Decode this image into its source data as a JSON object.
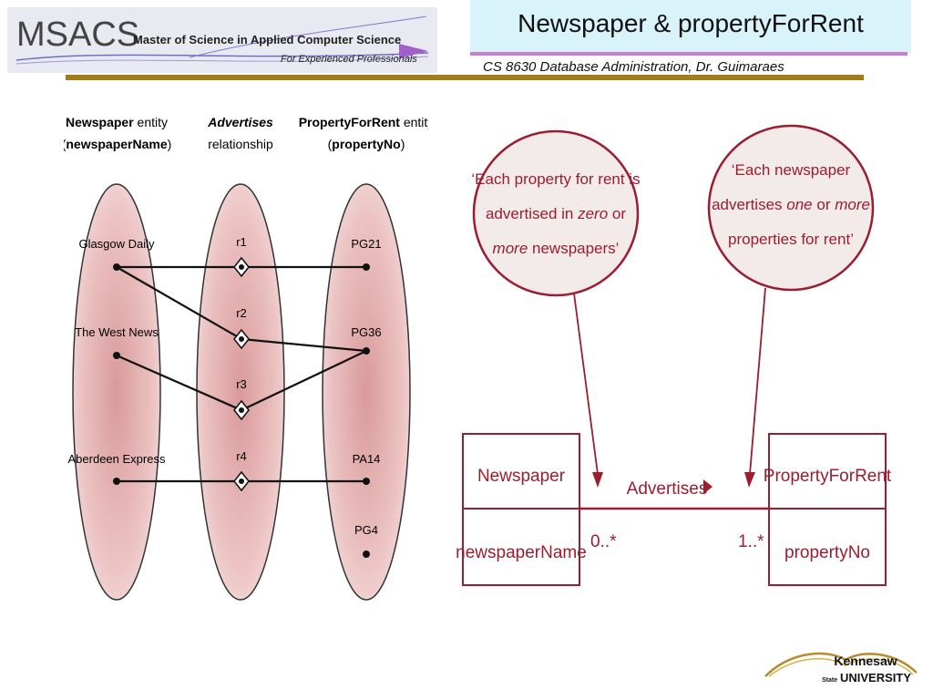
{
  "header": {
    "logo_letters": "MSACS",
    "program_name": "Master of Science in Applied Computer Science",
    "program_tagline": "For Experienced Professionals",
    "slide_title": "Newspaper & propertyForRent",
    "course": "CS 8630 Database Administration, Dr. Guimaraes"
  },
  "left_diagram": {
    "columns": [
      {
        "bold": "Newspaper",
        "rest": " entity",
        "line2_pre": "(",
        "line2_bold": "newspaperName",
        "line2_post": ")"
      },
      {
        "bold": "Advertises",
        "line2": "relationship"
      },
      {
        "bold": "PropertyForRent",
        "rest": " entity",
        "line2_pre": "(",
        "line2_bold": "propertyNo",
        "line2_post": ")"
      }
    ],
    "newspapers": [
      "Glasgow Daily",
      "The West News",
      "Aberdeen Express"
    ],
    "relationships": [
      "r1",
      "r2",
      "r3",
      "r4"
    ],
    "properties": [
      "PG21",
      "PG36",
      "PA14",
      "PG4"
    ],
    "links": [
      {
        "newspaper": "Glasgow Daily",
        "rel": "r1",
        "property": "PG21"
      },
      {
        "newspaper": "Glasgow Daily",
        "rel": "r2",
        "property": "PG36"
      },
      {
        "newspaper": "The West News",
        "rel": "r3",
        "property": "PG36"
      },
      {
        "newspaper": "Aberdeen Express",
        "rel": "r4",
        "property": "PA14"
      }
    ]
  },
  "callouts": [
    {
      "lines": [
        [
          "‘Each property for rent is",
          false
        ],
        [
          "advertised in ",
          false,
          "zero",
          true,
          " or",
          false
        ],
        [
          "more",
          true,
          " newspapers’",
          false
        ]
      ]
    },
    {
      "lines": [
        [
          "‘Each newspaper",
          false
        ],
        [
          "advertises ",
          false,
          "one",
          true,
          " or ",
          false,
          "more",
          true
        ],
        [
          "properties for rent’",
          false
        ]
      ]
    }
  ],
  "uml": {
    "entity_a": {
      "name": "Newspaper",
      "attribute": "newspaperName",
      "multiplicity": "0..*"
    },
    "entity_b": {
      "name": "PropertyForRent",
      "attribute": "propertyNo",
      "multiplicity": "1..*"
    },
    "relationship": "Advertises"
  },
  "footer": {
    "university_line1": "Kennesaw",
    "university_line2_small": "State",
    "university_line2": "UNIVERSITY"
  },
  "colors": {
    "uml_red": "#9b1d30",
    "ellipse_fill": "#e8b4b4",
    "gold": "#a07c1b",
    "title_bg": "#d9f3fa"
  }
}
